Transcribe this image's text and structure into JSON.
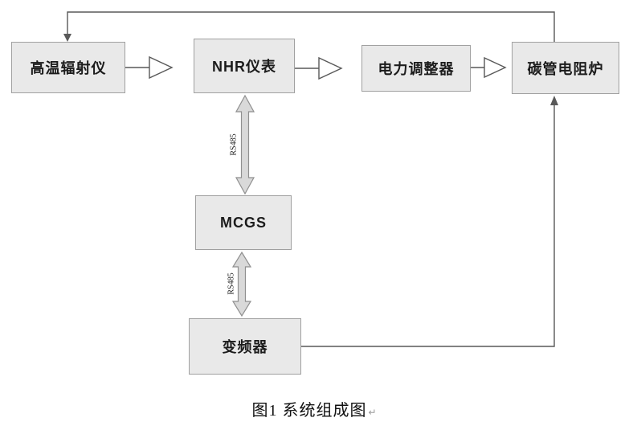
{
  "diagram": {
    "caption": "图1 系统组成图",
    "paragraph_mark": "↵",
    "nodes": {
      "radiometer": {
        "label": "高温辐射仪"
      },
      "nhr_meter": {
        "label": "NHR仪表"
      },
      "power_regulator": {
        "label": "电力调整器"
      },
      "furnace": {
        "label": "碳管电阻炉"
      },
      "mcgs": {
        "label": "MCGS"
      },
      "inverter": {
        "label": "变频器"
      }
    },
    "links": {
      "rs485_top": {
        "label": "RS485"
      },
      "rs485_bottom": {
        "label": "RS485"
      }
    },
    "colors": {
      "box_fill": "#e9e9e9",
      "box_border": "#a0a0a0",
      "line": "#595959",
      "double_arrow_fill": "#d9d9d9",
      "double_arrow_border": "#8f8f8f"
    }
  }
}
